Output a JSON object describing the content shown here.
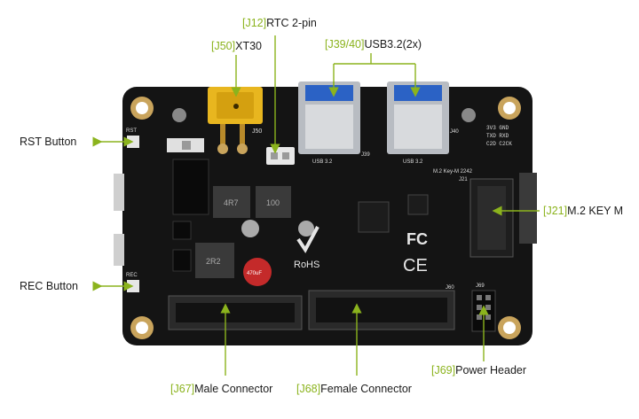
{
  "colors": {
    "accent": "#8bb31d",
    "board": "#141414",
    "label_text": "#1b1b1b"
  },
  "labels": {
    "j12": {
      "code": "[J12]",
      "text": "RTC 2-pin"
    },
    "j50": {
      "code": "[J50]",
      "text": "XT30"
    },
    "j39_40": {
      "code": "[J39/40]",
      "text": "USB3.2(2x)"
    },
    "rst": {
      "text": "RST Button"
    },
    "rec": {
      "text": "REC Button"
    },
    "j21": {
      "code": "[J21]",
      "text": "M.2 KEY M"
    },
    "j69": {
      "code": "[J69]",
      "text": "Power Header"
    },
    "j67": {
      "code": "[J67]",
      "text": "Male Connector"
    },
    "j68": {
      "code": "[J68]",
      "text": "Female Connector"
    }
  },
  "silkscreen": {
    "usb_left": "USB 3.2",
    "usb_right": "USB 3.2",
    "m2": "M.2 Key-M 2242",
    "j21": "J21",
    "j50": "J50",
    "rst": "RST",
    "rec": "REC",
    "j60": "J60",
    "j69": "J69",
    "j39": "J39",
    "j40": "J40",
    "pins_a": "3V3 GND",
    "pins_b": "TXD RXD",
    "pins_c": "C2D C2CK",
    "inductor_a": "4R7",
    "inductor_b": "100",
    "inductor_c": "2R2",
    "cap": "470uF",
    "rohs": "RoHS",
    "fc": "FC",
    "ce": "CE"
  }
}
